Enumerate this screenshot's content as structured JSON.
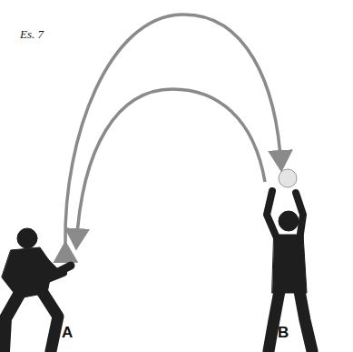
{
  "diagram": {
    "title": "Es. 7",
    "labels": [
      "A",
      "B"
    ]
  }
}
